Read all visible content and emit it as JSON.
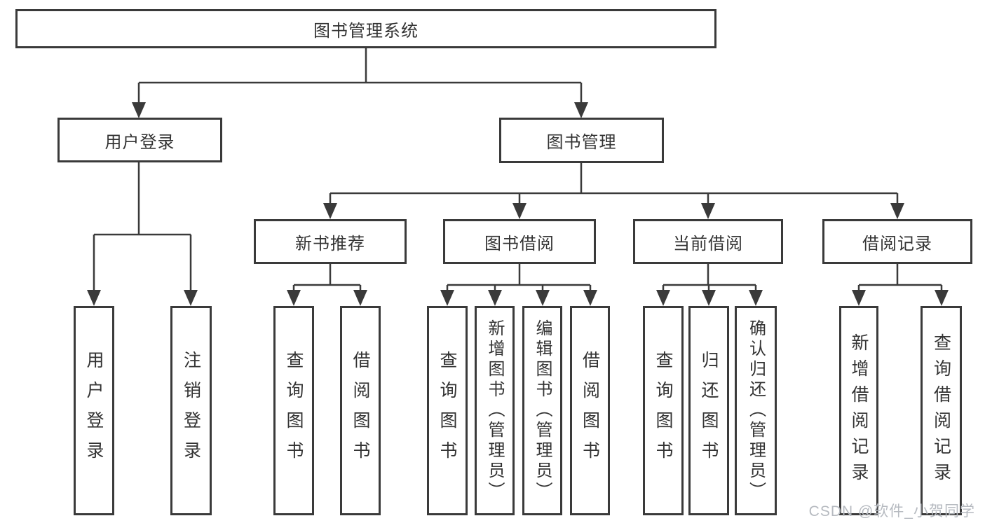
{
  "diagram": {
    "root": {
      "label": "图书管理系统"
    },
    "level2": {
      "user_login": {
        "label": "用户登录"
      },
      "book_management": {
        "label": "图书管理"
      }
    },
    "level3": {
      "new_book_recommend": {
        "label": "新书推荐"
      },
      "book_borrow": {
        "label": "图书借阅"
      },
      "current_borrow": {
        "label": "当前借阅"
      },
      "borrow_records": {
        "label": "借阅记录"
      }
    },
    "leaves": {
      "user_login": {
        "label": "用户登录"
      },
      "logout": {
        "label": "注销登录"
      },
      "recommend_query_books": {
        "label": "查询图书"
      },
      "recommend_borrow_books": {
        "label": "借阅图书"
      },
      "borrow_query_books": {
        "label": "查询图书"
      },
      "borrow_add_books": {
        "label": "新增图书（管理员）"
      },
      "borrow_edit_books": {
        "label": "编辑图书（管理员）"
      },
      "borrow_borrow_books": {
        "label": "借阅图书"
      },
      "current_query_books": {
        "label": "查询图书"
      },
      "current_return_books": {
        "label": "归还图书"
      },
      "current_confirm_return": {
        "label": "确认归还（管理员）"
      },
      "records_add_record": {
        "label": "新增借阅记录"
      },
      "records_query_record": {
        "label": "查询借阅记录"
      }
    },
    "watermark": "CSDN @软件_小贺同学",
    "colors": {
      "line": "#3a3a3a",
      "text": "#333333",
      "background": "#ffffff",
      "watermark": "#b6bac0"
    }
  }
}
